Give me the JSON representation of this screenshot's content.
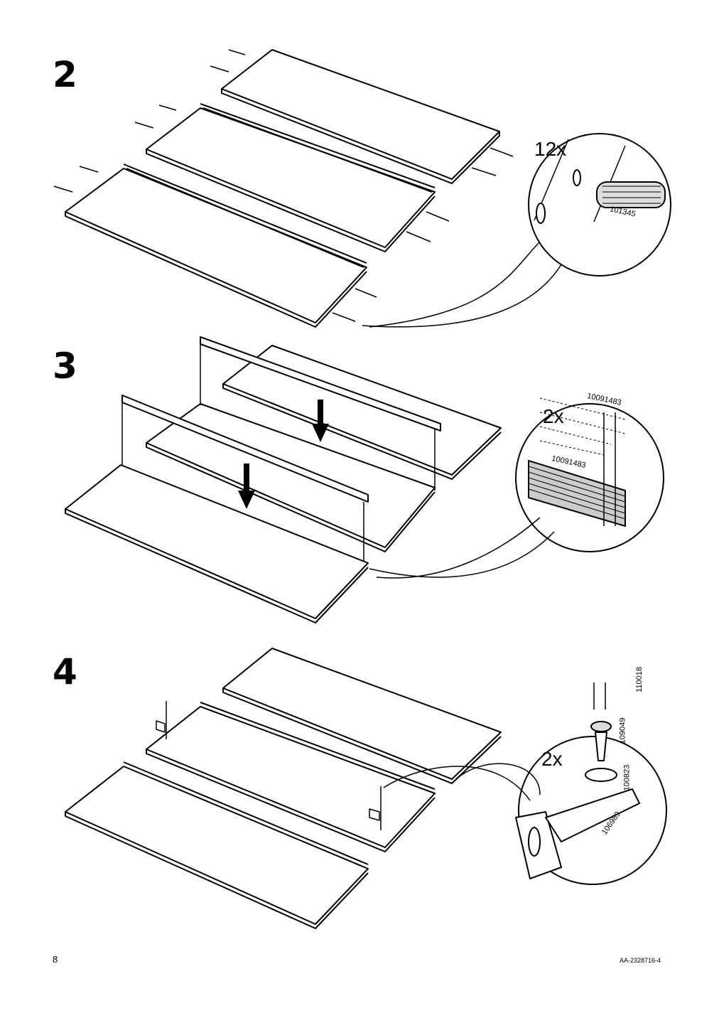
{
  "page": {
    "page_number": "8",
    "doc_code": "AA-2328716-4"
  },
  "steps": [
    {
      "number": "2",
      "quantity": "12x",
      "parts": [
        "101345"
      ]
    },
    {
      "number": "3",
      "quantity": "2x",
      "parts": [
        "10091483",
        "10091483"
      ]
    },
    {
      "number": "4",
      "quantity": "2x",
      "parts": [
        "110018",
        "109049",
        "100823",
        "106989"
      ]
    }
  ]
}
